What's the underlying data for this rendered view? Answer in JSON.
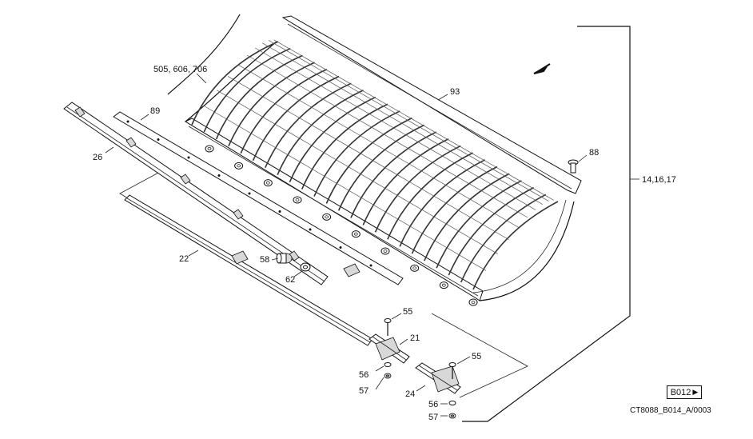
{
  "callouts": {
    "c505": "505, 606, 706",
    "c93": "93",
    "c89": "89",
    "c26": "26",
    "c88": "88",
    "c14": "14,16,17",
    "c22": "22",
    "c58": "58",
    "c62": "62",
    "c55a": "55",
    "c21": "21",
    "c56a": "56",
    "c57a": "57",
    "c55b": "55",
    "c24": "24",
    "c56b": "56",
    "c57b": "57"
  },
  "badge": {
    "label": "B012",
    "arrow": "▶"
  },
  "figure_code": "CT8088_B014_A/0003",
  "colors": {
    "ink": "#111111",
    "shade": "#d8d8d8",
    "background": "#ffffff"
  }
}
